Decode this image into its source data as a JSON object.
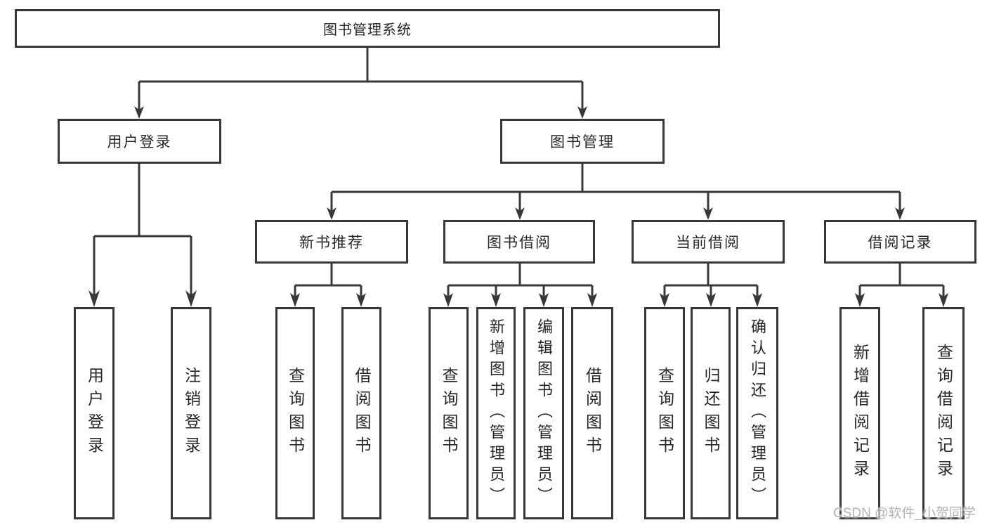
{
  "colors": {
    "line": "#383838",
    "box_border": "#383838",
    "text": "#262626",
    "watermark": "#b3b3b3",
    "background": "#ffffff"
  },
  "tree": {
    "root": "图书管理系统",
    "branches": [
      {
        "label": "用户登录",
        "children": [
          "用户登录",
          "注销登录"
        ]
      },
      {
        "label": "图书管理",
        "children": [
          {
            "label": "新书推荐",
            "children": [
              "查询图书",
              "借阅图书"
            ]
          },
          {
            "label": "图书借阅",
            "children": [
              "查询图书",
              "新增图书（管理员）",
              "编辑图书（管理员）",
              "借阅图书"
            ]
          },
          {
            "label": "当前借阅",
            "children": [
              "查询图书",
              "归还图书",
              "确认归还（管理员）"
            ]
          },
          {
            "label": "借阅记录",
            "children": [
              "新增借阅记录",
              "查询借阅记录"
            ]
          }
        ]
      }
    ]
  },
  "watermark": "CSDN @软件_小贺同学"
}
